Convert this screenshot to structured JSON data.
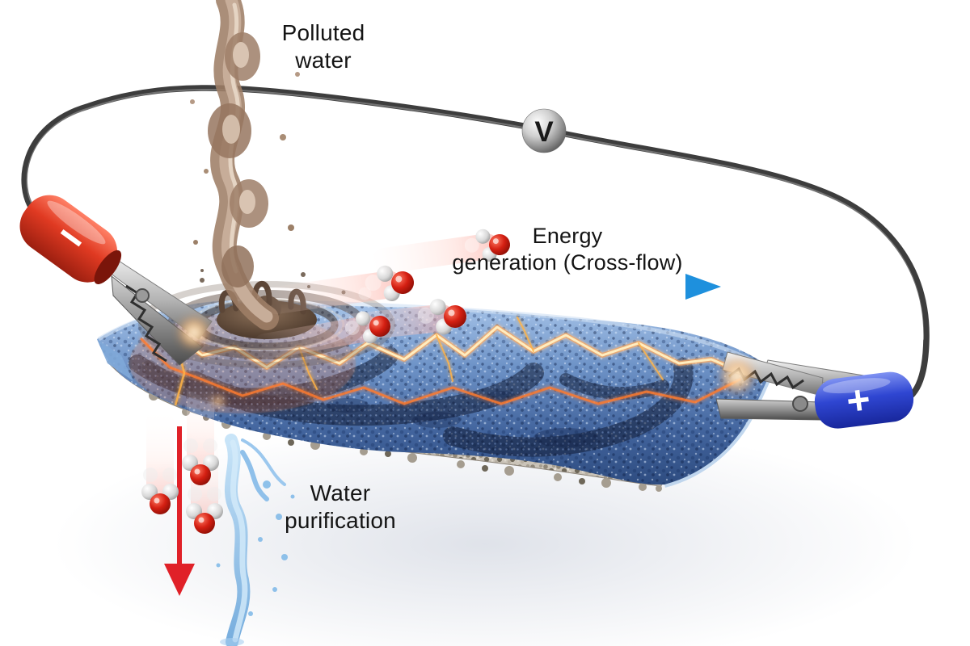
{
  "figure": {
    "labels": {
      "polluted_water": {
        "line1": "Polluted",
        "line2": "water"
      },
      "energy": {
        "line1": "Energy",
        "line2": "generation (Cross-flow)"
      },
      "purification": {
        "line1": "Water",
        "line2": "purification"
      },
      "voltmeter": "V",
      "negative_terminal": "−",
      "positive_terminal": "+"
    },
    "colors": {
      "wire": "#3d3d3d",
      "negative_boot": "#d8402c",
      "positive_boot": "#3a53d6",
      "energy_arrow_start": "#d6edfa",
      "energy_arrow_end": "#1e90dd",
      "purification_arrow": "#e02128",
      "membrane_blue": "#4a6da6",
      "lightning": "#ffb347",
      "polluted_stream": "#9c8068",
      "clean_water": "#7db8e8",
      "foam_gray": "#c5beb3",
      "text": "#141414"
    }
  }
}
